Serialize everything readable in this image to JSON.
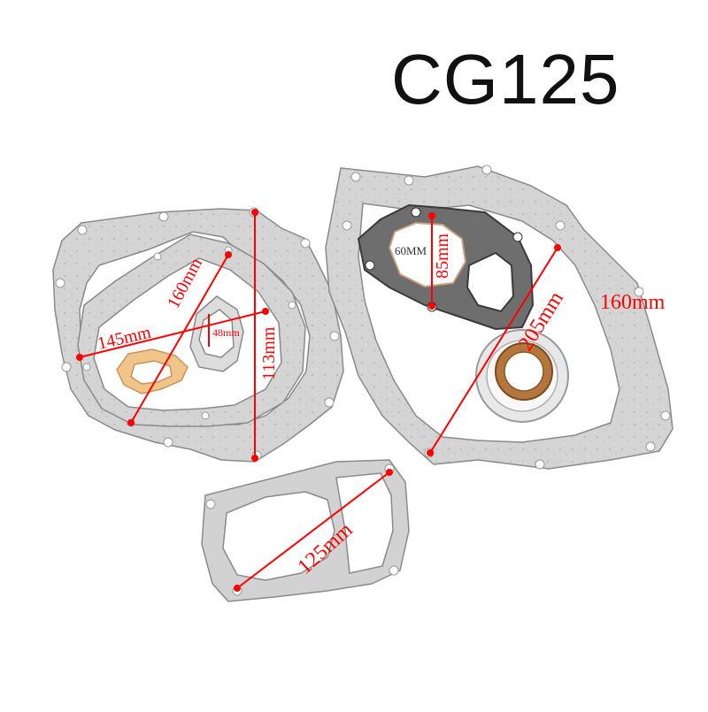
{
  "product": {
    "model": "CG125"
  },
  "measurements": {
    "left_diag": "160mm",
    "left_width": "145mm",
    "left_height": "113mm",
    "small_plate": "48mm",
    "head_bore": "60MM",
    "head_height": "85mm",
    "right_diag": "205mm",
    "right_side": "160mm",
    "cylinder": "125mm"
  },
  "colors": {
    "gasket_fill": "#d6d6d6",
    "gasket_edge": "#8a8a8a",
    "annotation": "#ff0000",
    "paper_gasket": "#f1c58a",
    "copper_ring": "#b5763c"
  }
}
